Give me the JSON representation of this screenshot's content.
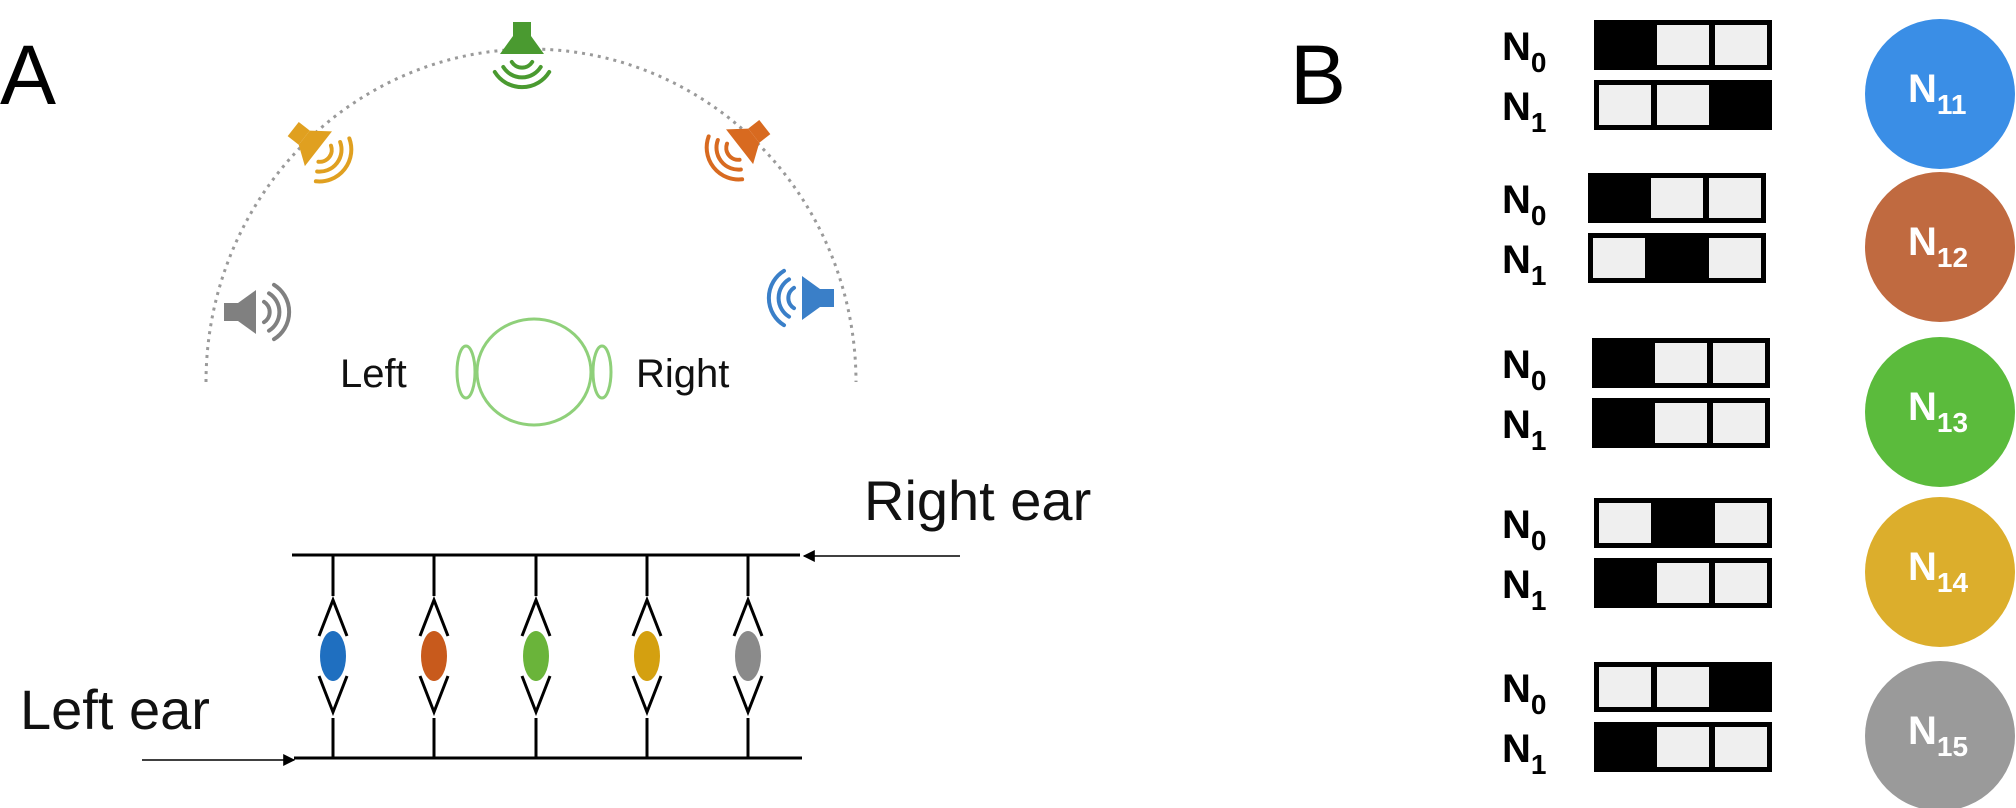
{
  "panel_a": {
    "letter": "A",
    "head_left_label": "Left",
    "head_right_label": "Right",
    "right_ear_label": "Right ear",
    "left_ear_label": "Left ear",
    "speakers": [
      {
        "icon": "speaker-icon",
        "color": "#808080"
      },
      {
        "icon": "speaker-icon",
        "color": "#e0a020"
      },
      {
        "icon": "speaker-icon",
        "color": "#4a9a30"
      },
      {
        "icon": "speaker-icon",
        "color": "#d86a20"
      },
      {
        "icon": "speaker-icon",
        "color": "#3a7fc8"
      }
    ],
    "detector_colors": [
      "#1f6fc0",
      "#c85a1c",
      "#6ab43a",
      "#d4a010",
      "#8a8a8a"
    ]
  },
  "panel_b": {
    "letter": "B",
    "groups": [
      {
        "rows": [
          {
            "label": "N",
            "sub": "0",
            "cells": [
              1,
              0,
              0
            ]
          },
          {
            "label": "N",
            "sub": "1",
            "cells": [
              0,
              0,
              1
            ]
          }
        ],
        "neuron": {
          "label": "N",
          "sub": "11",
          "color": "#3a8ee6"
        }
      },
      {
        "rows": [
          {
            "label": "N",
            "sub": "0",
            "cells": [
              1,
              0,
              0
            ]
          },
          {
            "label": "N",
            "sub": "1",
            "cells": [
              0,
              1,
              0
            ]
          }
        ],
        "neuron": {
          "label": "N",
          "sub": "12",
          "color": "#c06a40"
        }
      },
      {
        "rows": [
          {
            "label": "N",
            "sub": "0",
            "cells": [
              1,
              0,
              0
            ]
          },
          {
            "label": "N",
            "sub": "1",
            "cells": [
              1,
              0,
              0
            ]
          }
        ],
        "neuron": {
          "label": "N",
          "sub": "13",
          "color": "#5bbb3c"
        }
      },
      {
        "rows": [
          {
            "label": "N",
            "sub": "0",
            "cells": [
              0,
              1,
              0
            ]
          },
          {
            "label": "N",
            "sub": "1",
            "cells": [
              1,
              0,
              0
            ]
          }
        ],
        "neuron": {
          "label": "N",
          "sub": "14",
          "color": "#dcae2c"
        }
      },
      {
        "rows": [
          {
            "label": "N",
            "sub": "0",
            "cells": [
              0,
              0,
              1
            ]
          },
          {
            "label": "N",
            "sub": "1",
            "cells": [
              1,
              0,
              0
            ]
          }
        ],
        "neuron": {
          "label": "N",
          "sub": "15",
          "color": "#9a9a9a"
        }
      }
    ]
  }
}
